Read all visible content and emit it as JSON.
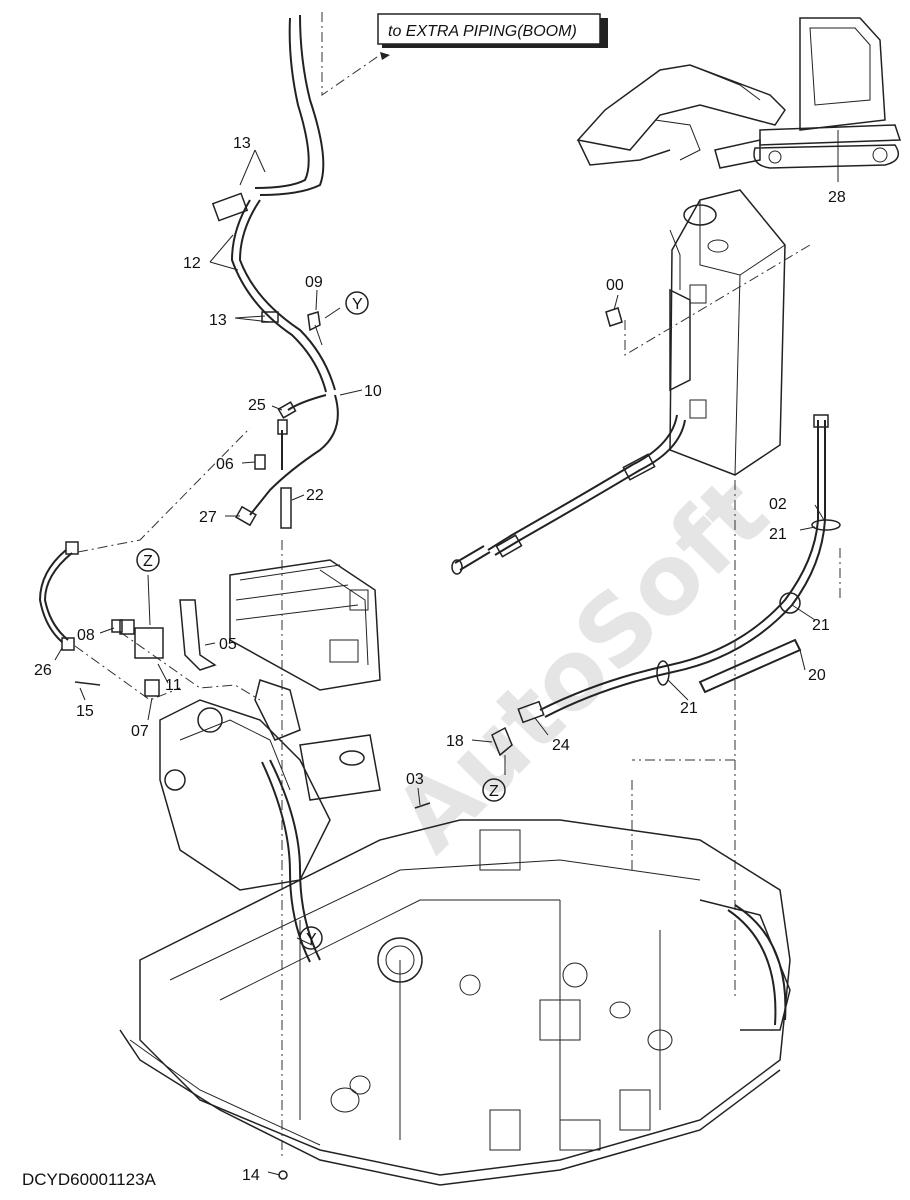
{
  "header": {
    "link_box": "to EXTRA PIPING(BOOM)"
  },
  "drawing_code": "DCYD60001123A",
  "watermark": "AutoSoft",
  "callouts": {
    "c00": "00",
    "c02": "02",
    "c03": "03",
    "c05": "05",
    "c06": "06",
    "c07": "07",
    "c08": "08",
    "c09": "09",
    "c10": "10",
    "c11": "11",
    "c12": "12",
    "c13a": "13",
    "c13b": "13",
    "c14": "14",
    "c15": "15",
    "c18": "18",
    "c20": "20",
    "c21a": "21",
    "c21b": "21",
    "c21c": "21",
    "c22": "22",
    "c24": "24",
    "c25": "25",
    "c26": "26",
    "c27": "27",
    "c28": "28"
  },
  "refs": {
    "y1": "Y",
    "y2": "Y",
    "z1": "Z",
    "z2": "Z"
  }
}
